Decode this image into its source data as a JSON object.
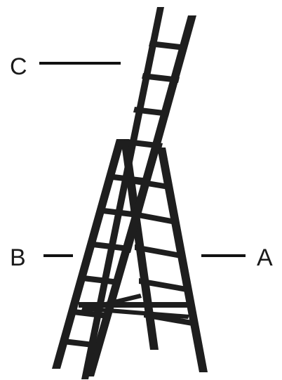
{
  "labels": {
    "a": "A",
    "b": "B",
    "c": "C"
  },
  "colors": {
    "background": "#ffffff",
    "ladder": "#1e1e1e",
    "rail_edge": "#555555",
    "leader": "#111111",
    "text": "#1a1a1a"
  }
}
